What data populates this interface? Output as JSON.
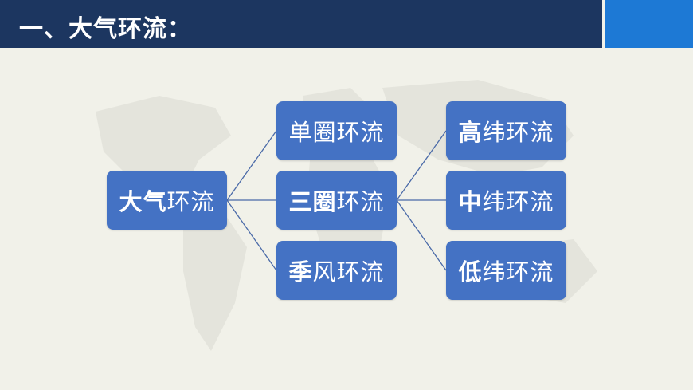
{
  "header": {
    "title": "一、大气环流："
  },
  "diagram": {
    "root": {
      "lead": "大气",
      "rest": "环流"
    },
    "level1": [
      {
        "lead": "",
        "rest": "单圈环流"
      },
      {
        "lead": "三圈",
        "rest": "环流"
      },
      {
        "lead": "季",
        "rest": "风环流"
      }
    ],
    "level2": [
      {
        "lead": "高",
        "rest": "纬环流"
      },
      {
        "lead": "中",
        "rest": "纬环流"
      },
      {
        "lead": "低",
        "rest": "纬环流"
      }
    ]
  },
  "colors": {
    "header_bg": "#1c3660",
    "header_accent": "#1d79d5",
    "node_fill": "#4472c4",
    "connector": "#4a6aa8",
    "background": "#f1f1e9"
  }
}
